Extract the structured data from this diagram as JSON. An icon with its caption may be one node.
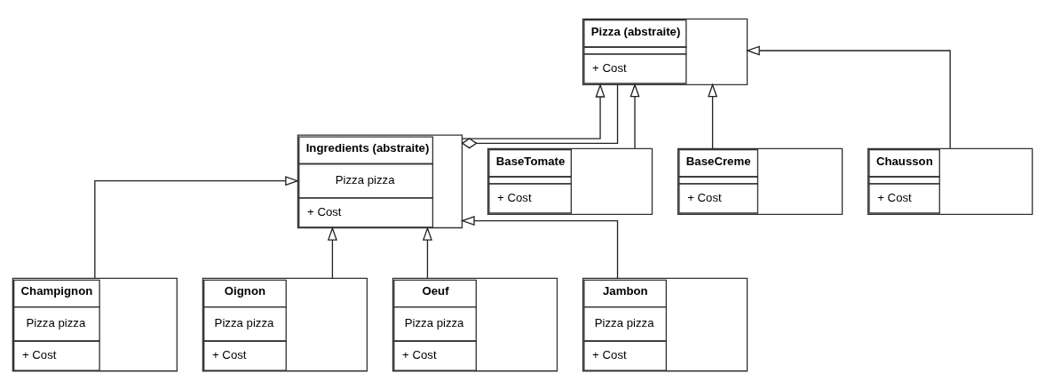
{
  "diagram": {
    "nodes": [
      {
        "text": [
          "Pizza (abstraite)",
          "+ Cost"
        ]
      },
      {
        "text": [
          "BaseTomate",
          "+ Cost"
        ]
      },
      {
        "text": [
          "BaseCreme",
          "+ Cost"
        ]
      },
      {
        "text": [
          "Chausson",
          "+ Cost"
        ]
      },
      {
        "text": [
          "Ingredients (abstraite)",
          "Pizza pizza",
          "+ Cost"
        ]
      },
      {
        "text": [
          "Champignon",
          "Pizza pizza",
          "+ Cost"
        ]
      },
      {
        "text": [
          "Oignon",
          "Pizza pizza",
          "+ Cost"
        ]
      },
      {
        "text": [
          "Oeuf",
          "Pizza pizza",
          "+ Cost"
        ]
      },
      {
        "text": [
          "Jambon",
          "Pizza pizza",
          "+ Cost"
        ]
      }
    ],
    "edges": [
      {
        "from": 1,
        "to": 0,
        "arrow": "to"
      },
      {
        "from": 2,
        "to": 0,
        "arrow": "to"
      },
      {
        "from": 3,
        "to": 0,
        "arrow": "to"
      },
      {
        "from": 4,
        "to": 0,
        "arrow": "to"
      },
      {
        "from": 0,
        "to": 4,
        "arrow": "other"
      },
      {
        "from": 5,
        "to": 4,
        "arrow": "to"
      },
      {
        "from": 6,
        "to": 4,
        "arrow": "to"
      },
      {
        "from": 7,
        "to": 4,
        "arrow": "to"
      },
      {
        "from": 8,
        "to": 4,
        "arrow": "to"
      }
    ]
  }
}
